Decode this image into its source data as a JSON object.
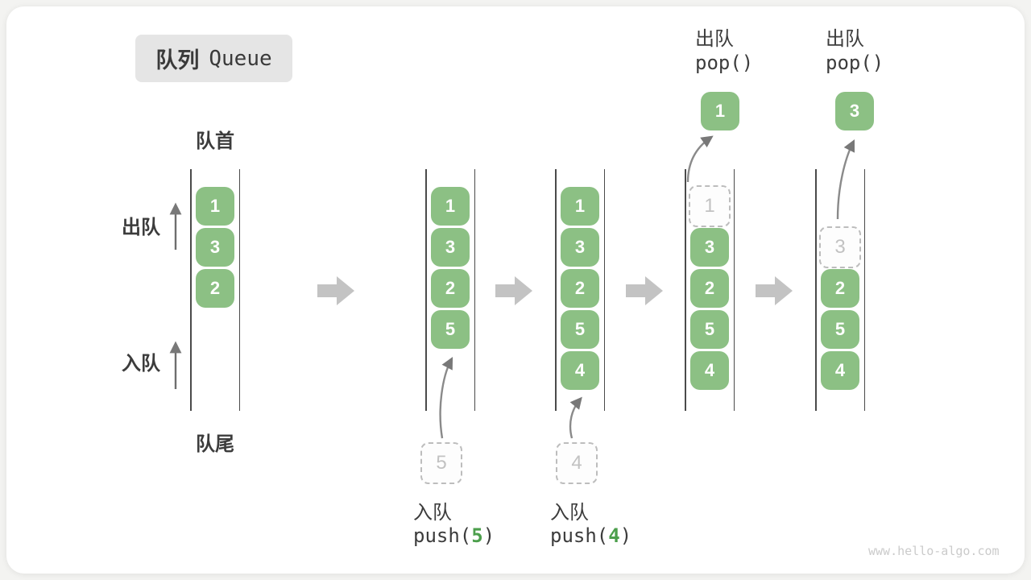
{
  "title": {
    "zh": "队列",
    "en": "Queue"
  },
  "side_labels": {
    "front": "队首",
    "rear": "队尾",
    "dequeue": "出队",
    "enqueue": "入队"
  },
  "watermark": "www.hello-algo.com",
  "colors": {
    "cell_green": "#8cc084",
    "code_arg_green": "#4c9f4c",
    "flow_arrow_gray": "#c3c3c3",
    "ghost_gray": "#c2c2c2",
    "text_dark": "#3c3c3c",
    "title_bg": "#e5e5e5"
  },
  "queues": [
    {
      "cells": [
        "1",
        "3",
        "2"
      ]
    },
    {
      "cells": [
        "1",
        "3",
        "2",
        "5"
      ],
      "incoming": "5",
      "op_label": "入队",
      "op_code_pre": "push(",
      "op_code_arg": "5",
      "op_code_post": ")"
    },
    {
      "cells": [
        "1",
        "3",
        "2",
        "5",
        "4"
      ],
      "incoming": "4",
      "op_label": "入队",
      "op_code_pre": "push(",
      "op_code_arg": "4",
      "op_code_post": ")"
    },
    {
      "cells": [
        "3",
        "2",
        "5",
        "4"
      ],
      "ghost": "1",
      "popped": "1",
      "op_label": "出队",
      "op_code": "pop()"
    },
    {
      "cells": [
        "2",
        "5",
        "4"
      ],
      "ghost": "3",
      "popped": "3",
      "op_label": "出队",
      "op_code": "pop()"
    }
  ]
}
